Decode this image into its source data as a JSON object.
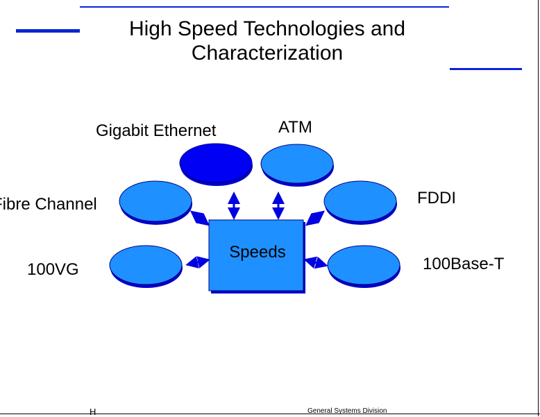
{
  "slide": {
    "title_line1": "High Speed Technologies and",
    "title_line2": "Characterization",
    "footer_left": "H",
    "footer_center": "General Systems Division"
  },
  "diagram": {
    "center_label": "Speeds",
    "nodes": [
      {
        "id": "gigabit-ethernet",
        "label": "Gigabit Ethernet",
        "fill": "#0000f5"
      },
      {
        "id": "atm",
        "label": "ATM",
        "fill": "#1e90ff"
      },
      {
        "id": "fibre-channel",
        "label": "Fibre Channel",
        "fill": "#1e90ff"
      },
      {
        "id": "fddi",
        "label": "FDDI",
        "fill": "#1e90ff"
      },
      {
        "id": "100vg",
        "label": "100VG",
        "fill": "#1e90ff"
      },
      {
        "id": "100base-t",
        "label": "100Base-T",
        "fill": "#1e90ff"
      }
    ]
  },
  "colors": {
    "accent": "#0a23d8",
    "node_fill": "#1e90ff",
    "node_shadow": "#0000c8",
    "highlight_node": "#0000f5",
    "speeds_box": "#1e90ff",
    "arrow": "#0000e0"
  }
}
